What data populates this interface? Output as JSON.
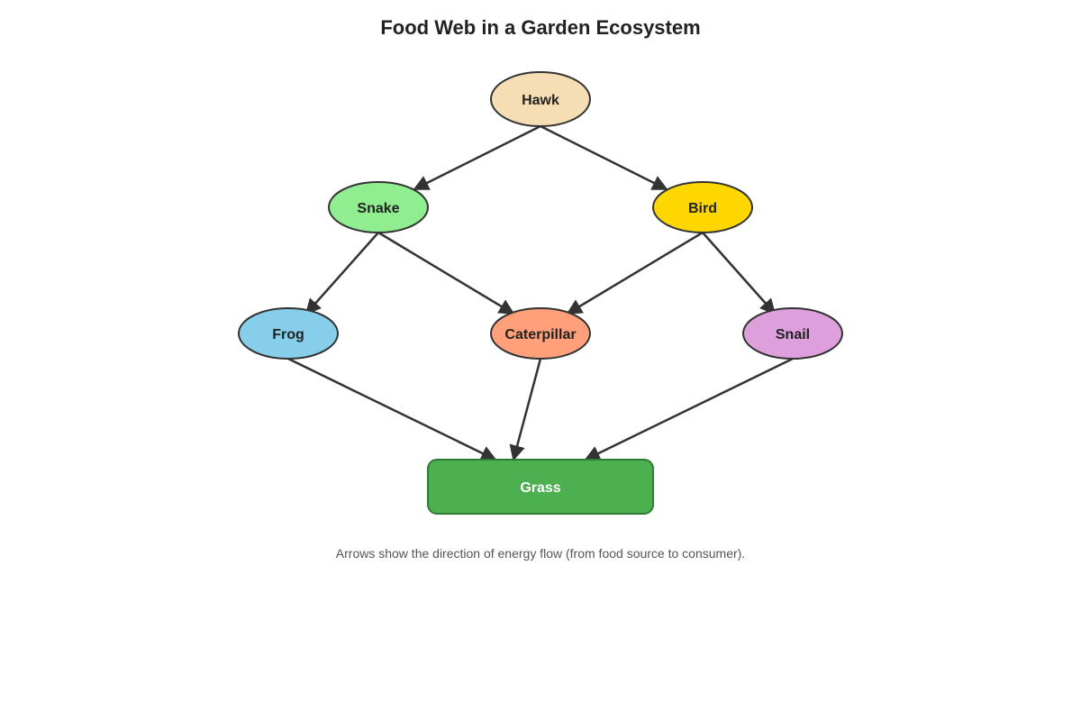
{
  "title": "Food Web in a Garden Ecosystem",
  "caption": "Arrows show the direction of energy flow (from food source to consumer).",
  "nodes": {
    "hawk": {
      "label": "Hawk",
      "fill": "#F5DEB3",
      "stroke": "#333333",
      "text_color": "#222222"
    },
    "snake": {
      "label": "Snake",
      "fill": "#90EE90",
      "stroke": "#333333",
      "text_color": "#222222"
    },
    "bird": {
      "label": "Bird",
      "fill": "#FFD700",
      "stroke": "#333333",
      "text_color": "#222222"
    },
    "frog": {
      "label": "Frog",
      "fill": "#87CEEB",
      "stroke": "#333333",
      "text_color": "#222222"
    },
    "caterpillar": {
      "label": "Caterpillar",
      "fill": "#FFA07A",
      "stroke": "#333333",
      "text_color": "#222222"
    },
    "snail": {
      "label": "Snail",
      "fill": "#DDA0DD",
      "stroke": "#333333",
      "text_color": "#222222"
    },
    "grass": {
      "label": "Grass",
      "fill": "#4CAF50",
      "stroke": "#2E7D32",
      "text_color": "#FFFFFF"
    }
  },
  "edges": [
    {
      "from": "hawk",
      "to": "snake"
    },
    {
      "from": "hawk",
      "to": "bird"
    },
    {
      "from": "snake",
      "to": "frog"
    },
    {
      "from": "snake",
      "to": "caterpillar"
    },
    {
      "from": "bird",
      "to": "caterpillar"
    },
    {
      "from": "bird",
      "to": "snail"
    },
    {
      "from": "frog",
      "to": "grass"
    },
    {
      "from": "caterpillar",
      "to": "grass"
    },
    {
      "from": "snail",
      "to": "grass"
    }
  ],
  "edge_color": "#333333"
}
